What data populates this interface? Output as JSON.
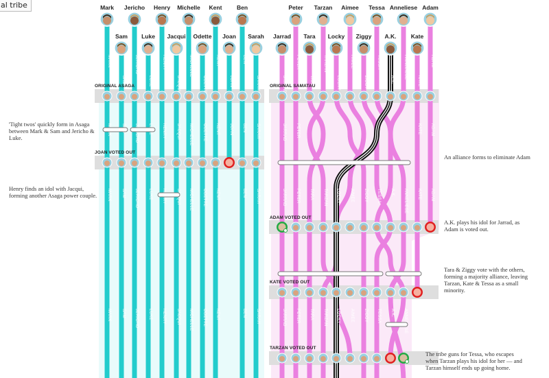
{
  "tab_label": "al tribe",
  "colors": {
    "asaga": "#22cccc",
    "asaga_bg": "#e9fbfb",
    "samatau": "#ea80e0",
    "samatau_bg": "#fbe9f8",
    "idol_line": "#111111",
    "out": "#e02020",
    "idol": "#22aa44"
  },
  "tribes": [
    {
      "id": "asaga",
      "label": "ORIGINAL ASAGA"
    },
    {
      "id": "samatau",
      "label": "ORIGINAL SAMATAU"
    }
  ],
  "players": [
    {
      "name": "Mark",
      "tribe": "asaga",
      "row": "top"
    },
    {
      "name": "Sam",
      "tribe": "asaga",
      "row": "bottom"
    },
    {
      "name": "Jericho",
      "tribe": "asaga",
      "row": "top"
    },
    {
      "name": "Luke",
      "tribe": "asaga",
      "row": "bottom"
    },
    {
      "name": "Henry",
      "tribe": "asaga",
      "row": "top"
    },
    {
      "name": "Jacqui",
      "tribe": "asaga",
      "row": "bottom"
    },
    {
      "name": "Michelle",
      "tribe": "asaga",
      "row": "top"
    },
    {
      "name": "Odette",
      "tribe": "asaga",
      "row": "bottom"
    },
    {
      "name": "Kent",
      "tribe": "asaga",
      "row": "top"
    },
    {
      "name": "Joan",
      "tribe": "asaga",
      "row": "bottom"
    },
    {
      "name": "Ben",
      "tribe": "asaga",
      "row": "top"
    },
    {
      "name": "Sarah",
      "tribe": "asaga",
      "row": "bottom"
    },
    {
      "name": "Jarrad",
      "tribe": "samatau",
      "row": "bottom"
    },
    {
      "name": "Peter",
      "tribe": "samatau",
      "row": "top"
    },
    {
      "name": "Tara",
      "tribe": "samatau",
      "row": "bottom"
    },
    {
      "name": "Tarzan",
      "tribe": "samatau",
      "row": "top"
    },
    {
      "name": "Locky",
      "tribe": "samatau",
      "row": "bottom"
    },
    {
      "name": "Aimee",
      "tribe": "samatau",
      "row": "top"
    },
    {
      "name": "Ziggy",
      "tribe": "samatau",
      "row": "bottom"
    },
    {
      "name": "Tessa",
      "tribe": "samatau",
      "row": "top"
    },
    {
      "name": "A.K.",
      "tribe": "samatau",
      "row": "bottom"
    },
    {
      "name": "Anneliese",
      "tribe": "samatau",
      "row": "top"
    },
    {
      "name": "Kate",
      "tribe": "samatau",
      "row": "bottom"
    },
    {
      "name": "Adam",
      "tribe": "samatau",
      "row": "top"
    }
  ],
  "strand_labels": {
    "Mark": "MARK",
    "Sam": "SAM",
    "Jericho": "JERICHO",
    "Luke": "LUKE",
    "Henry": "HENRY",
    "Jacqui": "JACQUI",
    "Michelle": "MICHELLE",
    "Odette": "ODETTE",
    "Kent": "KENT",
    "Joan": "JOAN",
    "Ben": "BEN",
    "Sarah": "SARAH",
    "Jarrad": "JARRAD",
    "Peter": "PETER",
    "Tara": "TARA",
    "Tarzan": "TARZAN",
    "Locky": "LOCKY",
    "Aimee": "AIMEE",
    "Ziggy": "ZIGGY",
    "Tessa": "TESSA",
    "A.K.": "A.K.",
    "Anneliese": "ANNELIESE",
    "Kate": "KATE",
    "Adam": "ADAM"
  },
  "events": {
    "asaga_start": "ORIGINAL ASAGA",
    "samatau_start": "ORIGINAL SAMATAU",
    "joan_out": "JOAN VOTED OUT",
    "adam_out": "ADAM VOTED OUT",
    "kate_out": "KATE VOTED OUT",
    "tarzan_out": "TARZAN VOTED OUT"
  },
  "annotations": {
    "tight_twos": "'Tight twos' quickly form in Asaga between Mark & Sam and Jericho & Luke.",
    "henry_idol": "Henry finds an idol with Jacqui, forming another Asaga power couple.",
    "alliance_adam": "An alliance forms to eliminate Adam",
    "ak_idol": "A.K. plays his idol for Jarrad, as Adam is voted out.",
    "tara_ziggy": "Tara & Ziggy vote with the others, forming a majority alliance, leaving Tarzan, Kate & Tessa as a small minority.",
    "tessa": "The tribe guns for Tessa, who escapes when Tarzan plays his idol for her — and Tarzan himself ends up going home."
  }
}
